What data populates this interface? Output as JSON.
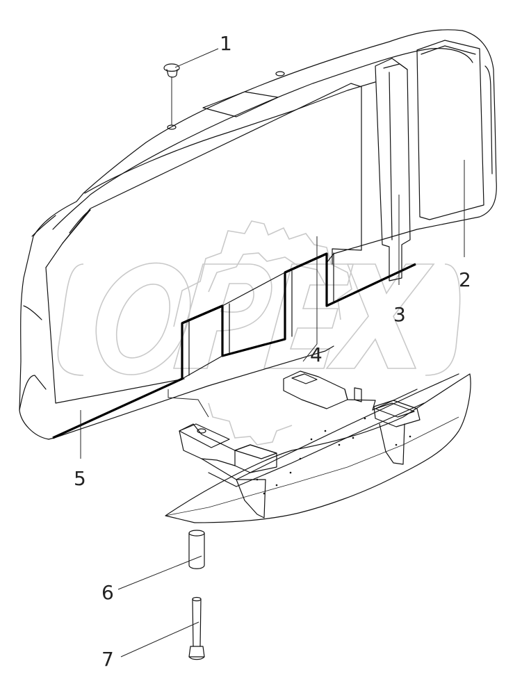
{
  "callouts": [
    {
      "id": "1",
      "label": "1"
    },
    {
      "id": "2",
      "label": "2"
    },
    {
      "id": "3",
      "label": "3"
    },
    {
      "id": "4",
      "label": "4"
    },
    {
      "id": "5",
      "label": "5"
    },
    {
      "id": "6",
      "label": "6"
    },
    {
      "id": "7",
      "label": "7"
    }
  ],
  "watermark": {
    "text": "OPEX"
  }
}
